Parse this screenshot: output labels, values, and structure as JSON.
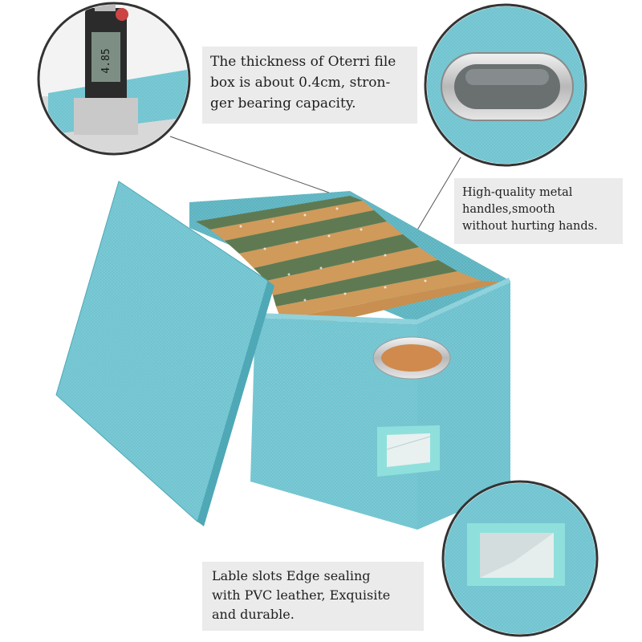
{
  "callouts": {
    "thickness": {
      "lines": [
        "The thickness of Oterri file",
        "box is about 0.4cm, stron-",
        "ger bearing capacity."
      ]
    },
    "handles": {
      "lines": [
        "High-quality metal",
        "handles,smooth",
        "without hurting hands."
      ]
    },
    "label_slot": {
      "lines": [
        "Lable slots Edge sealing",
        "with PVC leather, Exquisite",
        "and durable."
      ]
    }
  },
  "caliper": {
    "display_reading": "4.85"
  },
  "colors": {
    "box_teal": "#6ec3cf",
    "box_teal_dark": "#4fa8b6",
    "folder_green": "#5f7a52",
    "folder_kraft": "#d09a5a",
    "handle_metal": "#c9c9c9",
    "callout_bg": "#ebebeb"
  },
  "icons": {
    "magnifier_caliper": "caliper-closeup-icon",
    "magnifier_handle": "metal-handle-closeup-icon",
    "magnifier_label": "label-slot-closeup-icon"
  }
}
